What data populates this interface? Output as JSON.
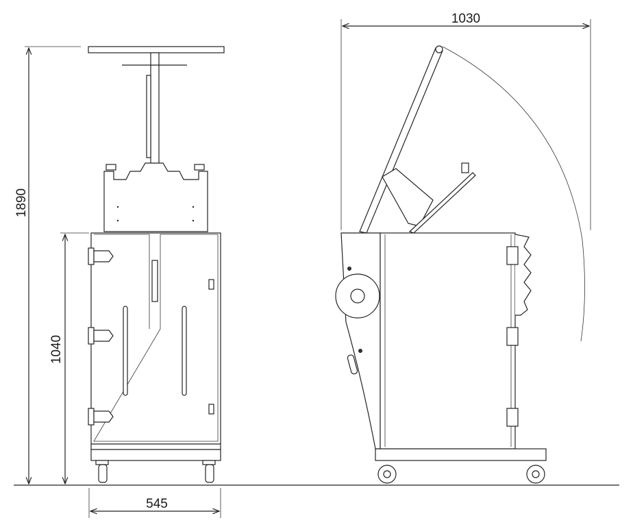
{
  "drawing": {
    "dimensions": {
      "total_height": "1890",
      "cabinet_height": "1040",
      "width": "545",
      "open_depth": "1030"
    },
    "views": [
      "front-view",
      "side-view"
    ]
  }
}
